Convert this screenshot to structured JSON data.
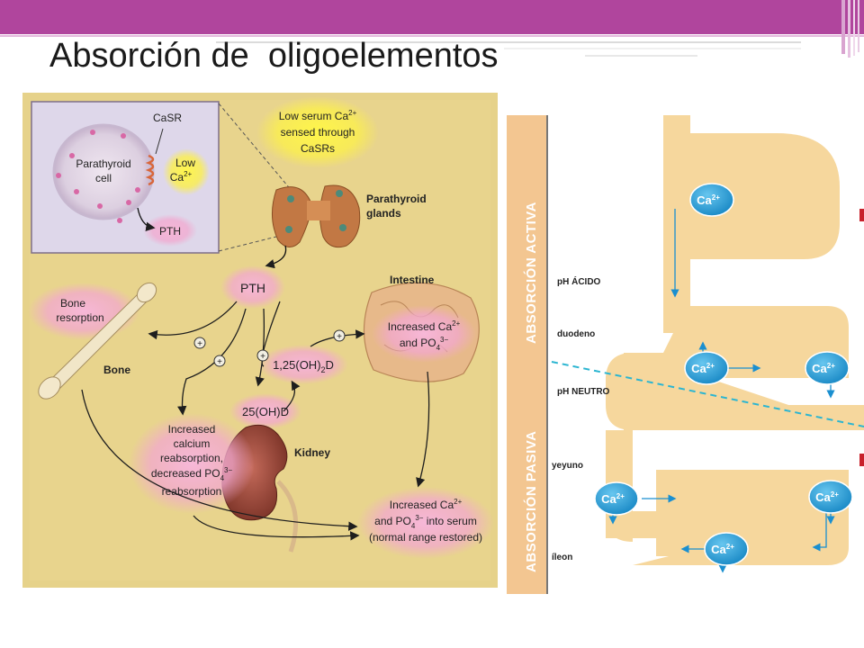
{
  "slide": {
    "title": "Absorción de  oligoelementos",
    "colors": {
      "banner": "#b0459d",
      "left_panel_bg": "#e8d48a",
      "right_tube": "#f6d79d",
      "right_band": "#f3c691",
      "ion_blue": "#1a9ed6",
      "highlight_pink": "#f4b5d6",
      "highlight_yellow": "#fff34a"
    }
  },
  "pth_diagram": {
    "inset": {
      "receptor": "CaSR",
      "cell": [
        "Parathyroid",
        "cell"
      ],
      "low_ca": [
        "Low",
        "Ca",
        "2+"
      ],
      "pth": "PTH"
    },
    "sensed_callout": {
      "line1_pre": "Low serum Ca",
      "line1_sup": "2+",
      "line2": "sensed through",
      "line3": "CaSRs"
    },
    "glands_label": [
      "Parathyroid",
      "glands"
    ],
    "pth_label": "PTH",
    "bone_resorption": [
      "Bone",
      "resorption"
    ],
    "bone_label": "Bone",
    "intestine_label": "Intestine",
    "intestine_effect": {
      "line1_pre": "Increased Ca",
      "line1_sup": "2+",
      "line2_pre": "and PO",
      "line2_sub": "4",
      "line2_sup": "3−"
    },
    "calcitriol": {
      "pre": "1,25(OH)",
      "sub": "2",
      "post": "D"
    },
    "calcidiol": "25(OH)D",
    "kidney_label": "Kidney",
    "kidney_effect": {
      "line1": "Increased",
      "line2": "calcium",
      "line3": "reabsorption,",
      "line4_pre": "decreased PO",
      "line4_sub": "4",
      "line4_sup": "3−",
      "line5": "reabsorption"
    },
    "serum_result": {
      "line1_pre": "Increased Ca",
      "line1_sup": "2+",
      "line2_pre": "and PO",
      "line2_sub": "4",
      "line2_sup": "3−",
      "line2_post": " into serum",
      "line3": "(normal range restored)"
    },
    "plus_sign": "+"
  },
  "absorption_diagram": {
    "band_active": "ABSORCIÓN ACTIVA",
    "band_passive": "ABSORCIÓN PASIVA",
    "labels": {
      "ph_acid": "pH ÁCIDO",
      "duodenum": "duodeno",
      "ph_neutral": "pH NEUTRO",
      "jejunum": "yeyuno",
      "ileum": "íleon"
    },
    "ion": {
      "base": "Ca",
      "charge": "2+"
    }
  }
}
